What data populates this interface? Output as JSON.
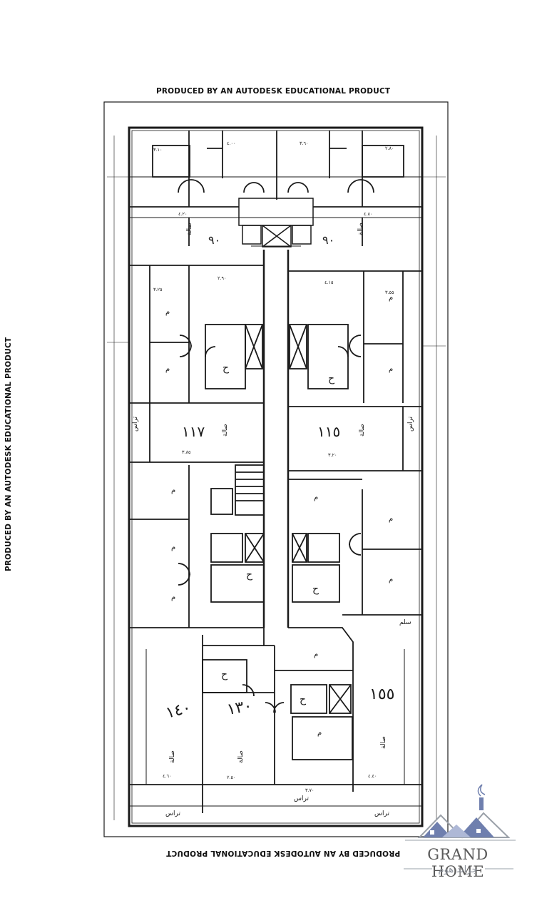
{
  "watermark": {
    "top": "PRODUCED BY AN AUTODESK EDUCATIONAL PRODUCT",
    "left": "PRODUCED BY AN AUTODESK EDUCATIONAL PRODUCT",
    "bottom": "PRODUCED BY AN AUTODESK EDUCATIONAL PRODUCT"
  },
  "plan": {
    "apartment_areas": [
      "٩٠",
      "٩٠",
      "١١٧",
      "١١٥",
      "١٤٠",
      "١٣٠",
      "١٥٥"
    ],
    "room_labels": [
      "صالة",
      "صالة",
      "صالة",
      "صالة",
      "صالة",
      "صالة",
      "صالة"
    ],
    "kitchen_label": "م",
    "bath_label": "ح",
    "terrace_label": "تراس",
    "stair_label": "سلم",
    "dims": [
      "٤.٠٠",
      "٣.٦٠",
      "٢.٨٠",
      "٣.١٠",
      "٤.٢٠",
      "٤.٨٠",
      "٣.٢٥",
      "٣.٥٥",
      "٢.٩٠",
      "٤.١٥",
      "٣.٨٥",
      "٣.٢٠",
      "٤.٦٠",
      "٢.٥٠",
      "٣.٧٠",
      "٤.٤٠"
    ]
  },
  "logo": {
    "name_en": "GRAND HOME",
    "name_ar": "جراند هوم"
  },
  "colors": {
    "ink": "#1a1a1a",
    "logo_blue": "#6f7fae",
    "logo_gray": "#9aa0a8"
  }
}
